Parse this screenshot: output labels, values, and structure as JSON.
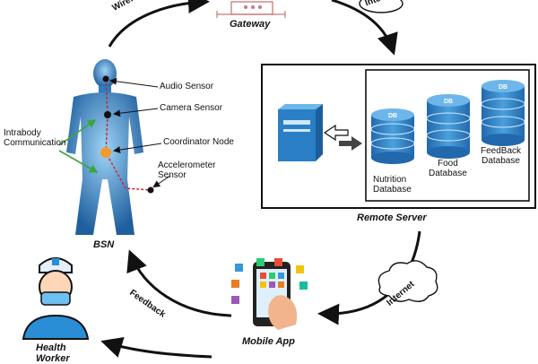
{
  "nodes": {
    "gateway": "Gateway",
    "bsn": "BSN",
    "remote_server": "Remote Server",
    "mobile_app": "Mobile App",
    "health_worker": "Health\nWorker"
  },
  "sensors": {
    "audio": "Audio Sensor",
    "camera": "Camera Sensor",
    "coordinator": "Coordinator Node",
    "accelerometer": "Accelerometer\nSensor",
    "intrabody": "Intrabody\nCommunication"
  },
  "databases": {
    "db_icon_label": "DB",
    "nutrition": "Nutrition\nDatabase",
    "food": "Food\nDatabase",
    "feedback": "FeedBack\nDatabase"
  },
  "links": {
    "wireless": "Wireless",
    "internet_top": "Internet",
    "internet_bottom": "Internet",
    "feedback": "Feedback"
  },
  "colors": {
    "db_blue": "#2a7fc6",
    "db_light": "#5fb2e8",
    "body_blue": "#2d7bc1",
    "arrow_black": "#111111",
    "green_arrow": "#3aa63a",
    "red_wire": "#d32020",
    "orange_node": "#f39a2e"
  }
}
